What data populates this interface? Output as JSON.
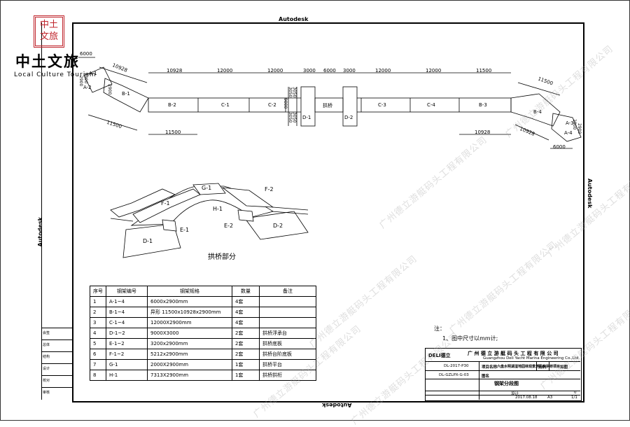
{
  "logo": {
    "seal_text": "中土文旅",
    "title": "中土文旅",
    "subtitle": "Local Culture Tourism"
  },
  "frame": {
    "top_label": "Autodesk",
    "right_label": "Autodesk",
    "left_label": "Autodesk",
    "bottom_label": "Autodesk"
  },
  "plan": {
    "segments": [
      "A-1",
      "A-2",
      "B-1",
      "B-2",
      "C-1",
      "C-2",
      "D-1",
      "拱桥",
      "D-2",
      "C-3",
      "C-4",
      "B-3",
      "B-4",
      "A-3",
      "A-4"
    ],
    "top_dims": [
      "6000",
      "10928",
      "10928",
      "12000",
      "12000",
      "3000",
      "6000",
      "3000",
      "12000",
      "12000",
      "11500",
      "11500"
    ],
    "bottom_dims": [
      "11500",
      "11500",
      "10928",
      "10928",
      "6000"
    ],
    "side_dims": [
      "2900",
      "2900",
      "2900",
      "3050",
      "3050",
      "9000",
      "3050",
      "3050",
      "2900",
      "2900"
    ]
  },
  "arch": {
    "labels": [
      "G-1",
      "F-2",
      "F-1",
      "H-1",
      "E-1",
      "E-2",
      "D-2",
      "D-1"
    ],
    "caption": "拱桥部分"
  },
  "table": {
    "headers": [
      "序号",
      "钢架编号",
      "钢架规格",
      "数量",
      "备注"
    ],
    "rows": [
      [
        "1",
        "A-1~4",
        "6000x2900mm",
        "4套",
        ""
      ],
      [
        "2",
        "B-1~4",
        "异形 11500x10928x2900mm",
        "4套",
        ""
      ],
      [
        "3",
        "C-1~4",
        "12000X2900mm",
        "4套",
        ""
      ],
      [
        "4",
        "D-1~2",
        "9000X3000",
        "2套",
        "拱桥浮承台"
      ],
      [
        "5",
        "E-1~2",
        "3200x2900mm",
        "2套",
        "拱桥底板"
      ],
      [
        "6",
        "F-1~2",
        "5212x2900mm",
        "2套",
        "拱桥台阶底板"
      ],
      [
        "7",
        "G-1",
        "2000X2900mm",
        "1套",
        "拱桥平台"
      ],
      [
        "8",
        "H-1",
        "7313X2900mm",
        "1套",
        "拱桥拱桁"
      ]
    ]
  },
  "notes": {
    "title": "注：",
    "items": [
      "1、图中尺寸以mm计;"
    ]
  },
  "title_block": {
    "brand": "DELI德立",
    "company_cn": "广 州 德 立 游 艇 码 头 工 程 有 限 公 司",
    "company_en": "Guangzhou Deli Yacht Marina Engineering Co.,Ltd.",
    "project_no": "DL-2017-P30",
    "project_label": "项目名称",
    "project_name": "六盘水明湖湿地园林观景浮码头拱桥项目",
    "scale_label": "比例",
    "scale_value": "如图",
    "drawing_no": "DL-GZLPX-G-03",
    "drawing_label": "图名",
    "drawing_name": "钢架分段图",
    "design_label": "设计",
    "date": "2017.08.18",
    "size": "A3",
    "rev": "0",
    "sheet": "1/1"
  },
  "side_strip": [
    "会签",
    "总体",
    "结构",
    "设计",
    "校对",
    "审核"
  ],
  "watermark": "广州德立游艇码头工程有限公司"
}
